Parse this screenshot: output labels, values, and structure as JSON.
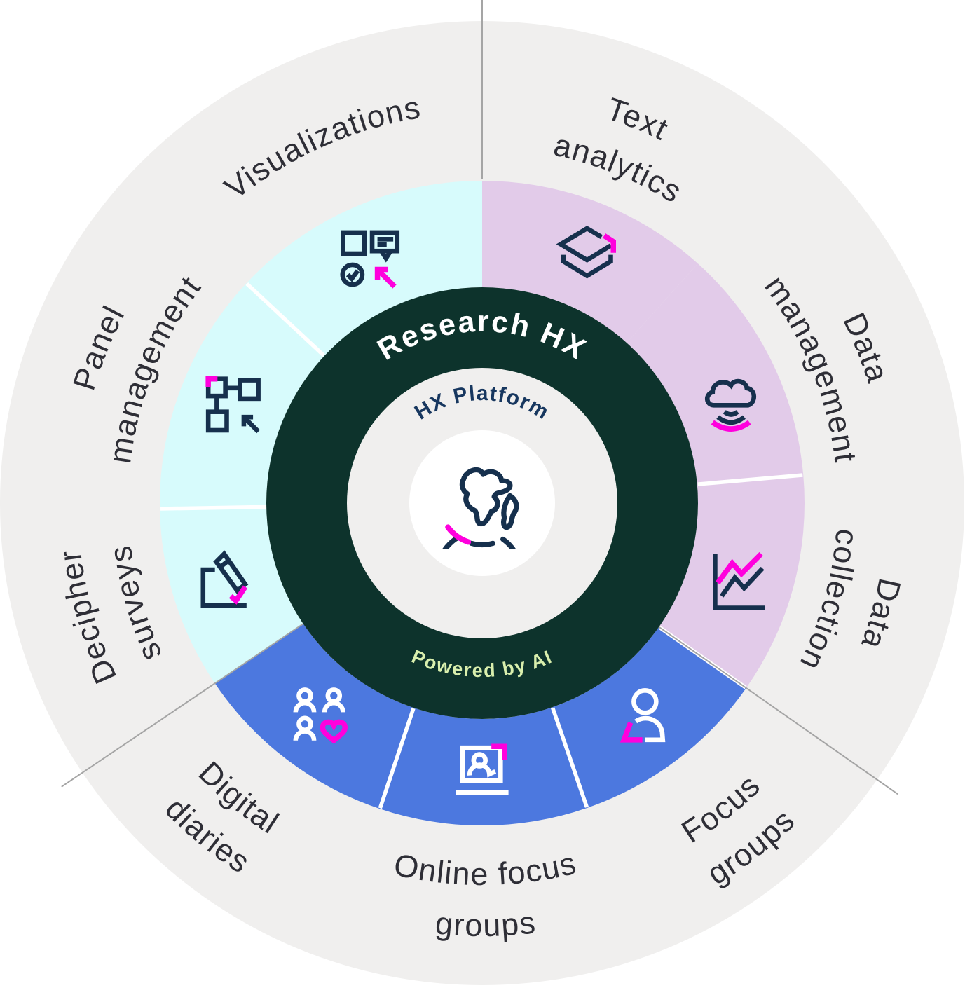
{
  "center": {
    "title": "Research HX",
    "subtitle": "HX Platform",
    "tagline": "Powered by AI",
    "icon": "globe-icon"
  },
  "colors": {
    "band_teal": "#d7fbfc",
    "band_purple": "#e2cbe9",
    "band_blue": "#4c78df",
    "ring_gray": "#f0efee",
    "core_dark": "#0d332c",
    "accent_magenta": "#ff00dd",
    "subtitle_navy": "#17375f",
    "label_dark": "#2e2e36",
    "tagline_green": "#d9efad",
    "icon_navy": "#16304d",
    "divider_white": "#ffffff",
    "divider_gray": "#a5a5a5",
    "white": "#ffffff"
  },
  "groups": [
    {
      "name": "group-teal",
      "color_key": "band_teal",
      "segments": [
        {
          "name": "visualizations",
          "label_lines": [
            "Visualizations"
          ],
          "icon": "dashboard-check-icon"
        },
        {
          "name": "panel-management",
          "label_lines": [
            "Panel",
            "management"
          ],
          "icon": "flowchart-icon"
        },
        {
          "name": "decipher-surveys",
          "label_lines": [
            "Decipher",
            "surveys"
          ],
          "icon": "survey-pencil-icon"
        }
      ]
    },
    {
      "name": "group-purple",
      "color_key": "band_purple",
      "segments": [
        {
          "name": "text-analytics",
          "label_lines": [
            "Text",
            "analytics"
          ],
          "icon": "layers-icon"
        },
        {
          "name": "data-management",
          "label_lines": [
            "Data",
            "management"
          ],
          "icon": "cloud-signal-icon"
        },
        {
          "name": "data-collection",
          "label_lines": [
            "Data",
            "collection"
          ],
          "icon": "line-chart-icon"
        }
      ]
    },
    {
      "name": "group-blue",
      "color_key": "band_blue",
      "segments": [
        {
          "name": "digital-diaries",
          "label_lines": [
            "Digital",
            "diaries"
          ],
          "icon": "people-heart-icon"
        },
        {
          "name": "online-focus-groups",
          "label_lines": [
            "Online focus",
            "groups"
          ],
          "icon": "laptop-person-icon"
        },
        {
          "name": "focus-groups",
          "label_lines": [
            "Focus",
            "groups"
          ],
          "icon": "person-icon"
        }
      ]
    }
  ]
}
